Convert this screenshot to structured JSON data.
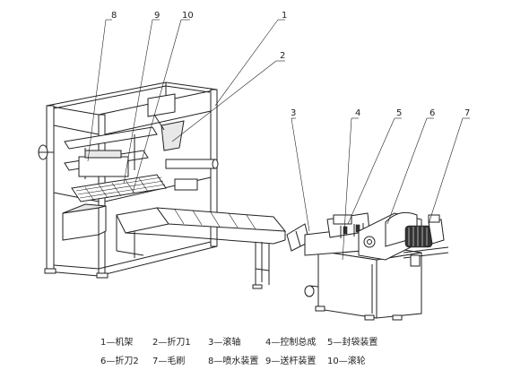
{
  "callouts": [
    {
      "num": "1"
    },
    {
      "num": "2"
    },
    {
      "num": "3"
    },
    {
      "num": "4"
    },
    {
      "num": "5"
    },
    {
      "num": "6"
    },
    {
      "num": "7"
    },
    {
      "num": "8"
    },
    {
      "num": "9"
    },
    {
      "num": "10"
    }
  ],
  "legend": {
    "row1": [
      "1—机架",
      "2—折刀1",
      "3—滚轴",
      "4—控制总成",
      "5—封袋装置"
    ],
    "row2": [
      "6—折刀2",
      "7—毛刷",
      "8—喷水装置",
      "9—送杆装置",
      "10—滚轮"
    ]
  }
}
